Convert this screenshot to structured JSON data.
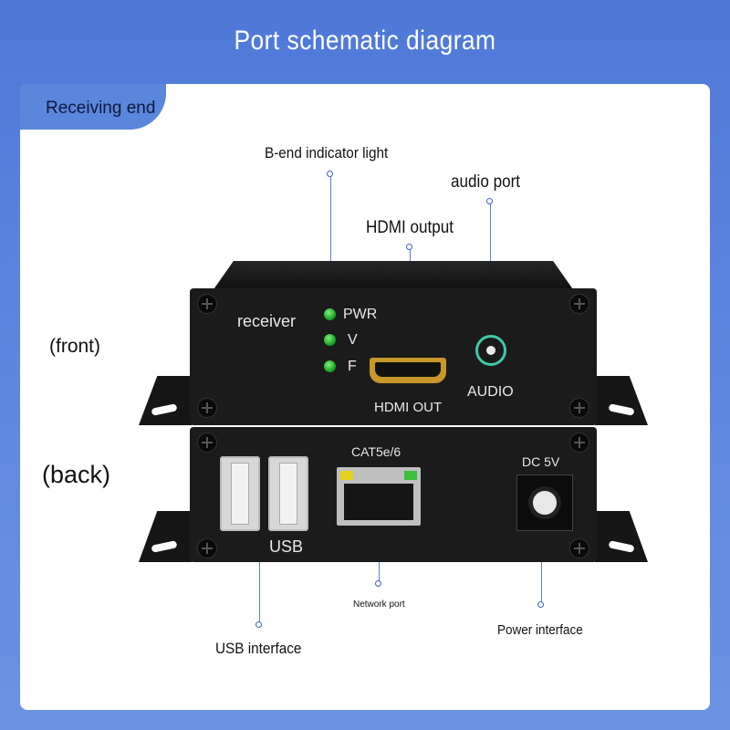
{
  "title": "Port schematic diagram",
  "tab": "Receiving end",
  "views": {
    "front": "(front)",
    "back": "(back)"
  },
  "callouts": {
    "indicator": "B-end indicator light",
    "audio": "audio port",
    "hdmi": "HDMI output",
    "usb": "USB interface",
    "network": "Network port",
    "power": "Power interface"
  },
  "device_front": {
    "name": "receiver",
    "leds": [
      "PWR",
      "V",
      "F"
    ],
    "hdmi_label": "HDMI OUT",
    "audio_label": "AUDIO"
  },
  "device_back": {
    "cat_label": "CAT5e/6",
    "usb_label": "USB",
    "dc_label": "DC 5V"
  },
  "colors": {
    "background": "#5a84de",
    "tab": "#5a86dc",
    "led": "#1fbf2e",
    "audio_ring": "#3fc8a8",
    "hdmi_gold": "#c9962a"
  },
  "icons": [
    "led-icon",
    "hdmi-port-icon",
    "audio-jack-icon",
    "usb-port-icon",
    "rj45-port-icon",
    "dc-jack-icon",
    "screw-icon"
  ]
}
